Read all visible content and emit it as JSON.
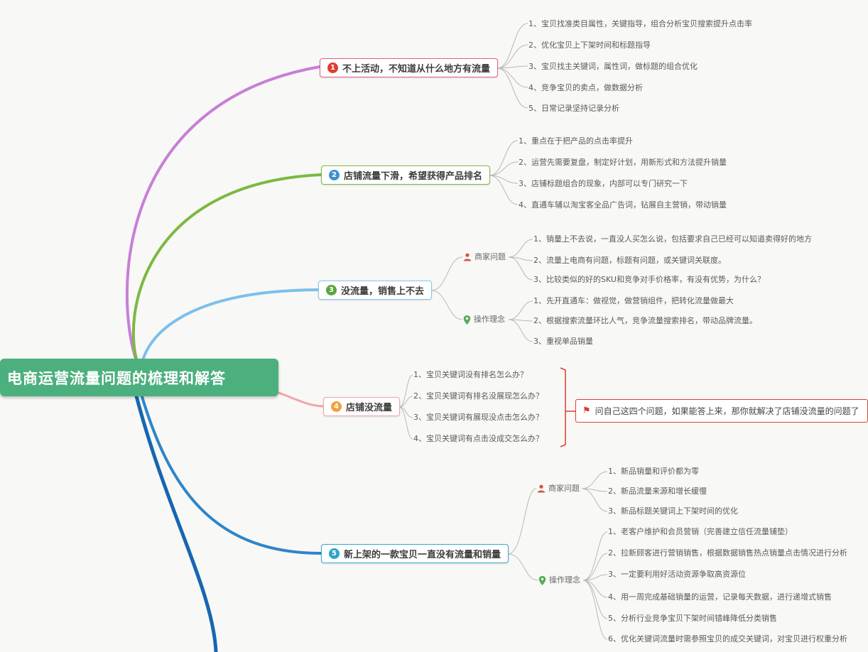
{
  "root": {
    "label": "电商运营流量问题的梳理和解答"
  },
  "branches": [
    {
      "label": "不上活动，不知道从什么地方有流量",
      "priority": "1",
      "items": [
        "1、宝贝找准类目属性，关键指导，组合分析宝贝搜索提升点击率",
        "2、优化宝贝上下架时间和标题指导",
        "3、宝贝找主关键词，属性词，做标题的组合优化",
        "4、竞争宝贝的卖点，做数据分析",
        "5、日常记录坚持记录分析"
      ]
    },
    {
      "label": "店铺流量下滑，希望获得产品排名",
      "priority": "2",
      "items": [
        "1、重点在于把产品的点击率提升",
        "2、运营先需要复盘，制定好计划，用新形式和方法提升销量",
        "3、店铺标题组合的现象，内部可以专门研究一下",
        "4、直通车辅以淘宝客全品广告词，钻展自主营销，带动销量"
      ]
    },
    {
      "label": "没流量，销售上不去",
      "priority": "3",
      "groups": [
        {
          "label": "商家问题",
          "items": [
            "1、销量上不去说，一直没人买怎么说，包括要求自己已经可以知道卖得好的地方",
            "2、流量上电商有问题，标题有问题，或关键词关联度。",
            "3、比较类似的好的SKU和竞争对手价格率，有没有优势，为什么？"
          ]
        },
        {
          "label": "操作理念",
          "items": [
            "1、先开直通车：做视觉，做营销组件，把转化流量做最大",
            "2、根据搜索流量环比人气，竞争流量搜索排名，带动品牌流量。",
            "3、重视单品销量"
          ]
        }
      ]
    },
    {
      "label": "店铺没流量",
      "priority": "4",
      "items": [
        "1、宝贝关键词没有排名怎么办？",
        "2、宝贝关键词有排名没展现怎么办？",
        "3、宝贝关键词有展现没点击怎么办？",
        "4、宝贝关键词有点击没成交怎么办？"
      ],
      "note": "问自己这四个问题，如果能答上来，那你就解决了店铺没流量的问题了"
    },
    {
      "label": "新上架的一款宝贝一直没有流量和销量",
      "priority": "5",
      "groups": [
        {
          "label": "商家问题",
          "items": [
            "1、新品销量和评价都为零",
            "2、新品流量来源和增长缓慢",
            "3、新品标题关键词上下架时间的优化"
          ]
        },
        {
          "label": "操作理念",
          "items": [
            "1、老客户维护和会员营销（完善建立信任流量铺垫）",
            "2、拉新顾客进行营销销售，根据数据销售热点销量点击情况进行分析",
            "3、一定要利用好活动资源争取高资源位",
            "4、用一周完成基础销量的运营，记录每天数据，进行递增式销售",
            "5、分析行业竞争宝贝下架时间错峰降低分类销售",
            "6、优化关键词流量时需参照宝贝的成交关键词，对宝贝进行权重分析"
          ]
        }
      ]
    }
  ],
  "colors": {
    "root_bg": "#4cb07e",
    "branch_curves": [
      "#c77fd6",
      "#7db842",
      "#7cc0ea",
      "#f0a5a8",
      "#2e85c8"
    ],
    "overflow_curve": "#1766b1",
    "priority_icons": [
      "#e23b2e",
      "#3f8fd6",
      "#5aa53c",
      "#f2a03d",
      "#2ba6c4"
    ],
    "topic_borders": [
      "#e0608a",
      "#7db842",
      "#85c4ec",
      "#f0a5a8",
      "#35aecb"
    ],
    "note_border": "#e03c31",
    "connector_gray": "#b8b8b8"
  }
}
